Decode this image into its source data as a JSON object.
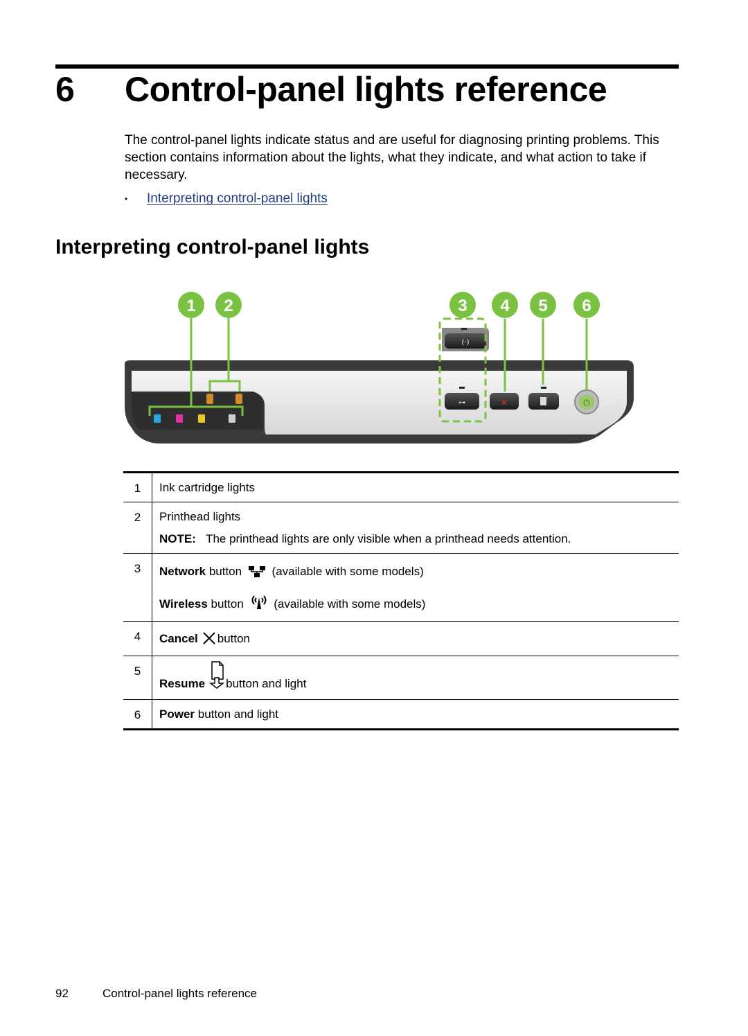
{
  "chapter": {
    "number": "6",
    "title": "Control-panel lights reference"
  },
  "intro": "The control-panel lights indicate status and are useful for diagnosing printing problems. This section contains information about the lights, what they indicate, and what action to take if necessary.",
  "toc": {
    "bullet": "•",
    "link": "Interpreting control-panel lights"
  },
  "section_title": "Interpreting control-panel lights",
  "figure": {
    "callouts": [
      "1",
      "2",
      "3",
      "4",
      "5",
      "6"
    ],
    "accent_color": "#7cc242"
  },
  "table": {
    "rows": [
      {
        "num": "1",
        "text": "Ink cartridge lights"
      },
      {
        "num": "2",
        "text": "Printhead lights",
        "note_label": "NOTE:",
        "note_text": "The printhead lights are only visible when a printhead needs attention."
      },
      {
        "num": "3",
        "network_label": "Network",
        "network_rest": "button",
        "network_avail": "(available with some models)",
        "wireless_label": "Wireless",
        "wireless_rest": "button",
        "wireless_avail": "(available with some models)"
      },
      {
        "num": "4",
        "label": "Cancel",
        "rest": "button"
      },
      {
        "num": "5",
        "label": "Resume",
        "rest": "button and light"
      },
      {
        "num": "6",
        "label": "Power",
        "rest": "button and light"
      }
    ]
  },
  "footer": {
    "page": "92",
    "title": "Control-panel lights reference"
  }
}
